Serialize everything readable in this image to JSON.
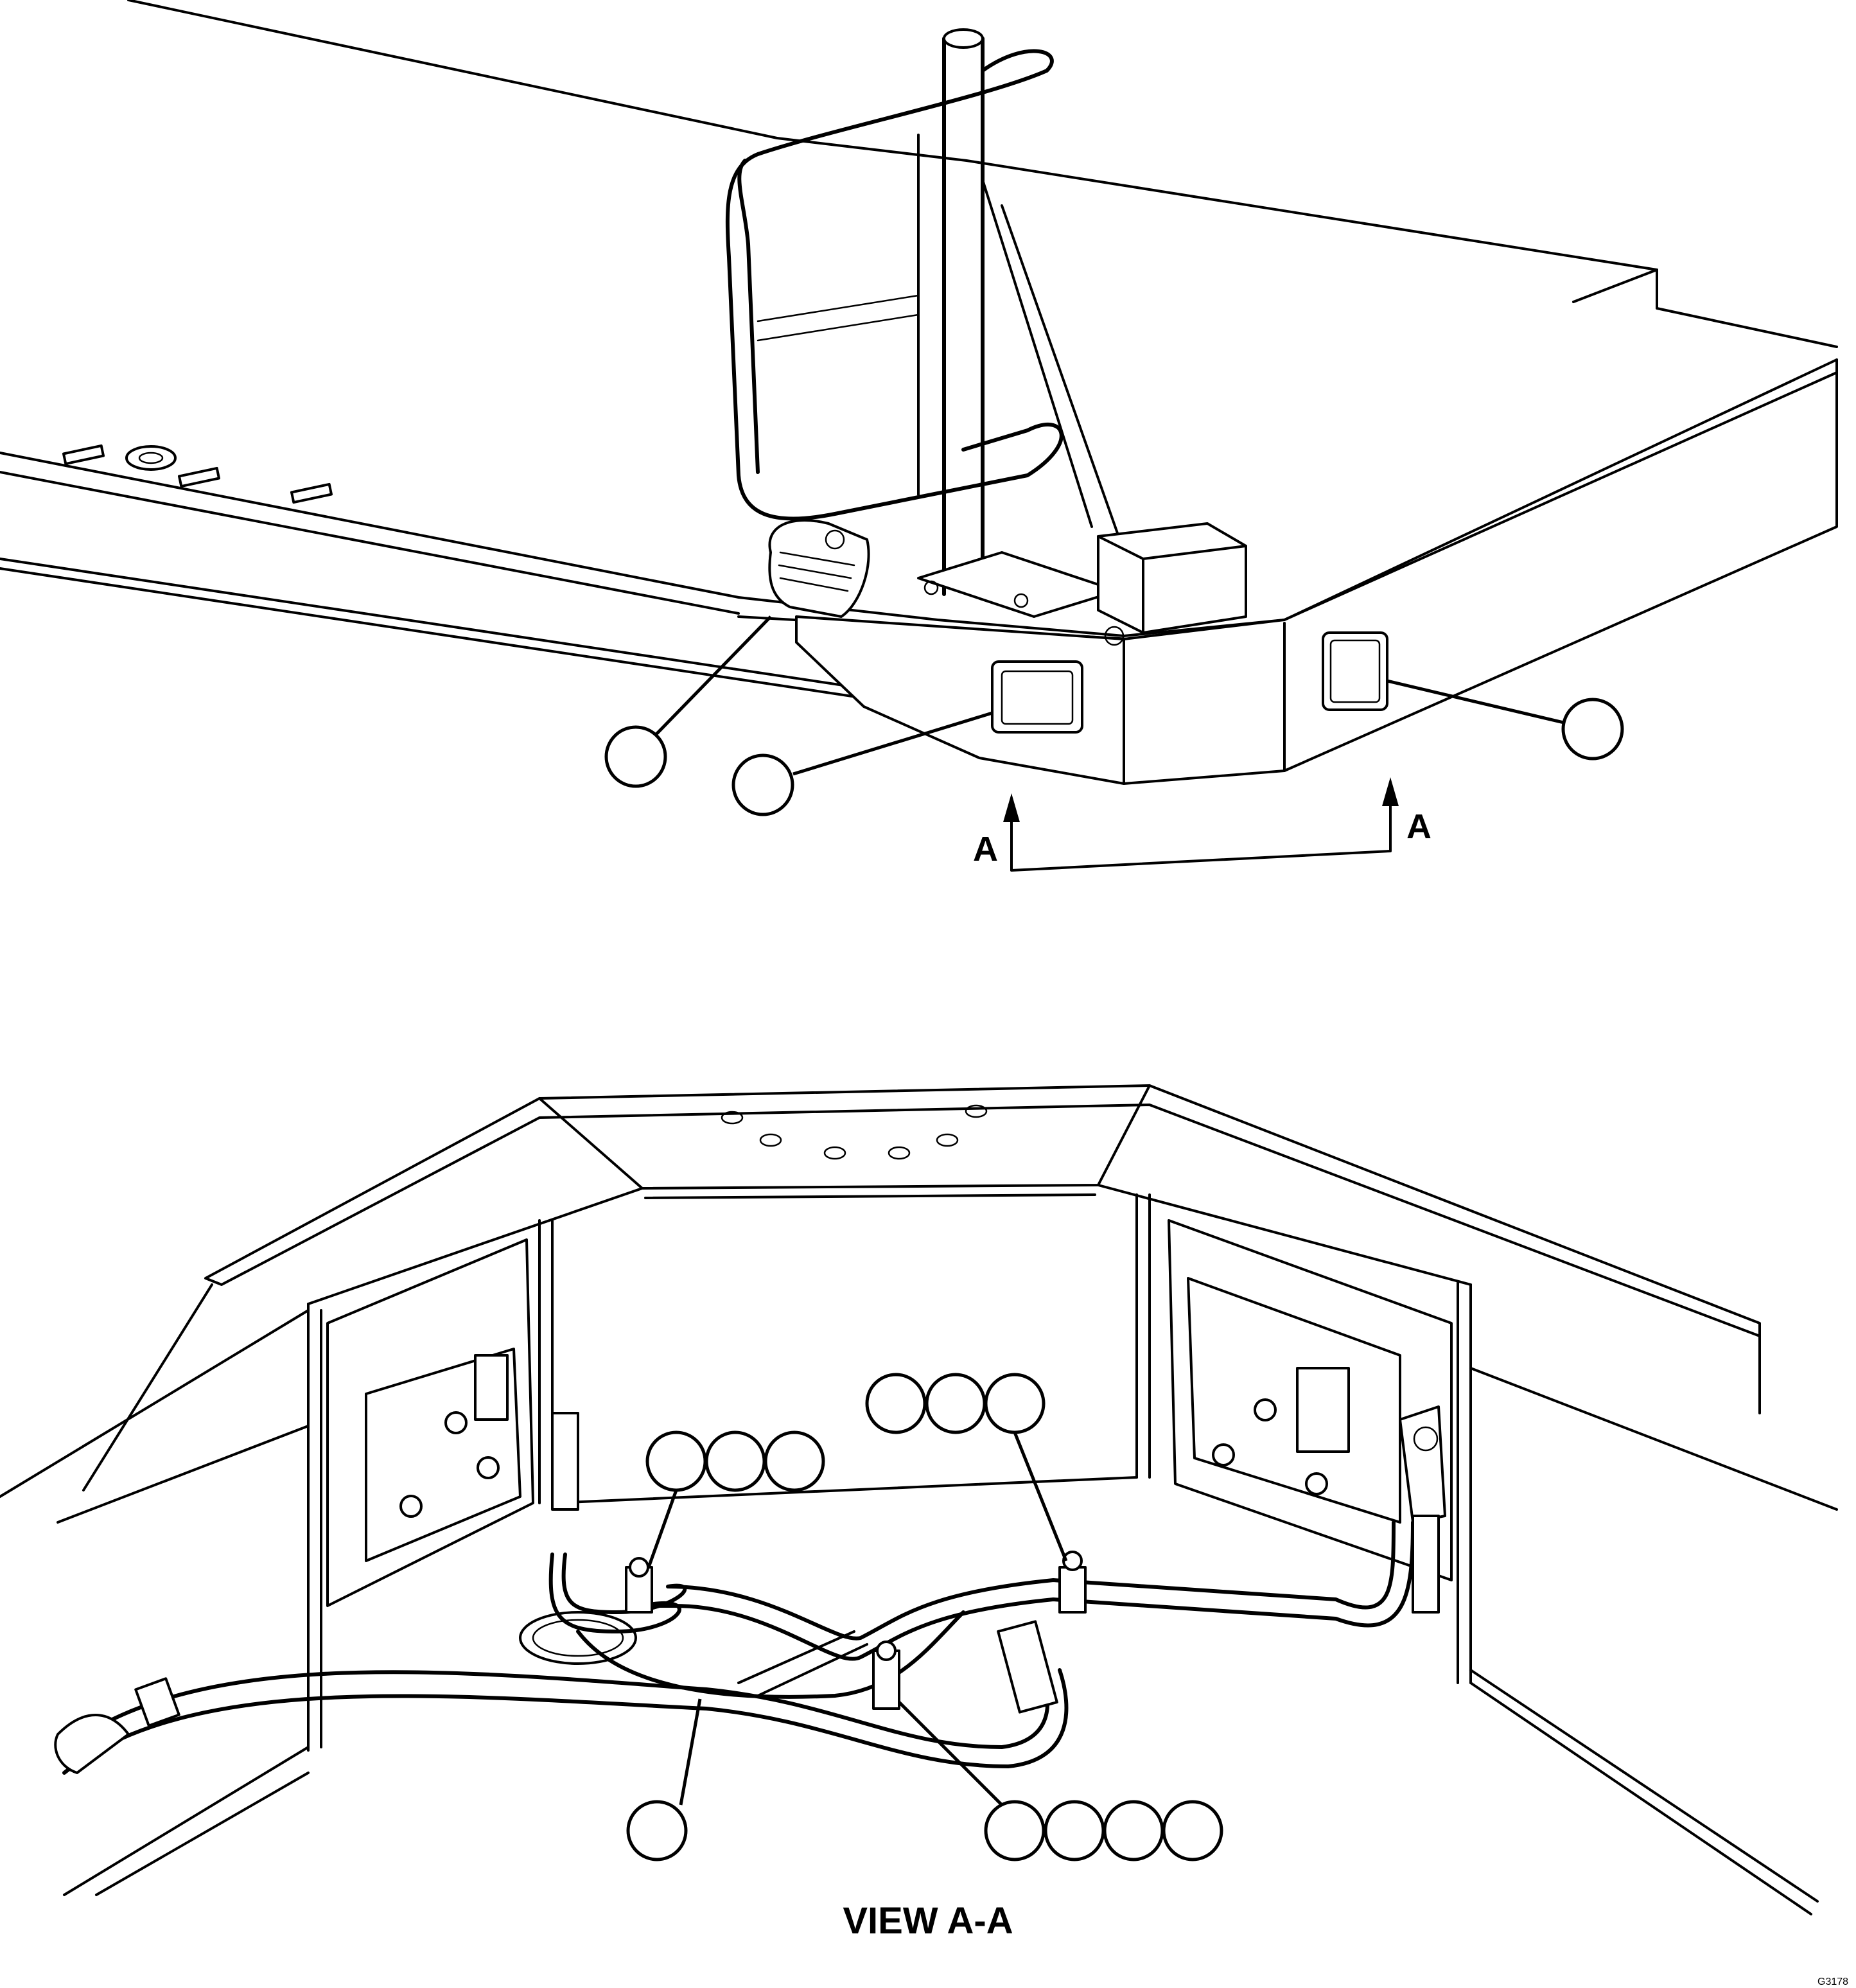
{
  "section_marker": {
    "left_letter": "A",
    "right_letter": "A"
  },
  "view_title": "VIEW A-A",
  "drawing_id": "G3178",
  "icons": [
    "callout-circle",
    "section-arrow"
  ]
}
